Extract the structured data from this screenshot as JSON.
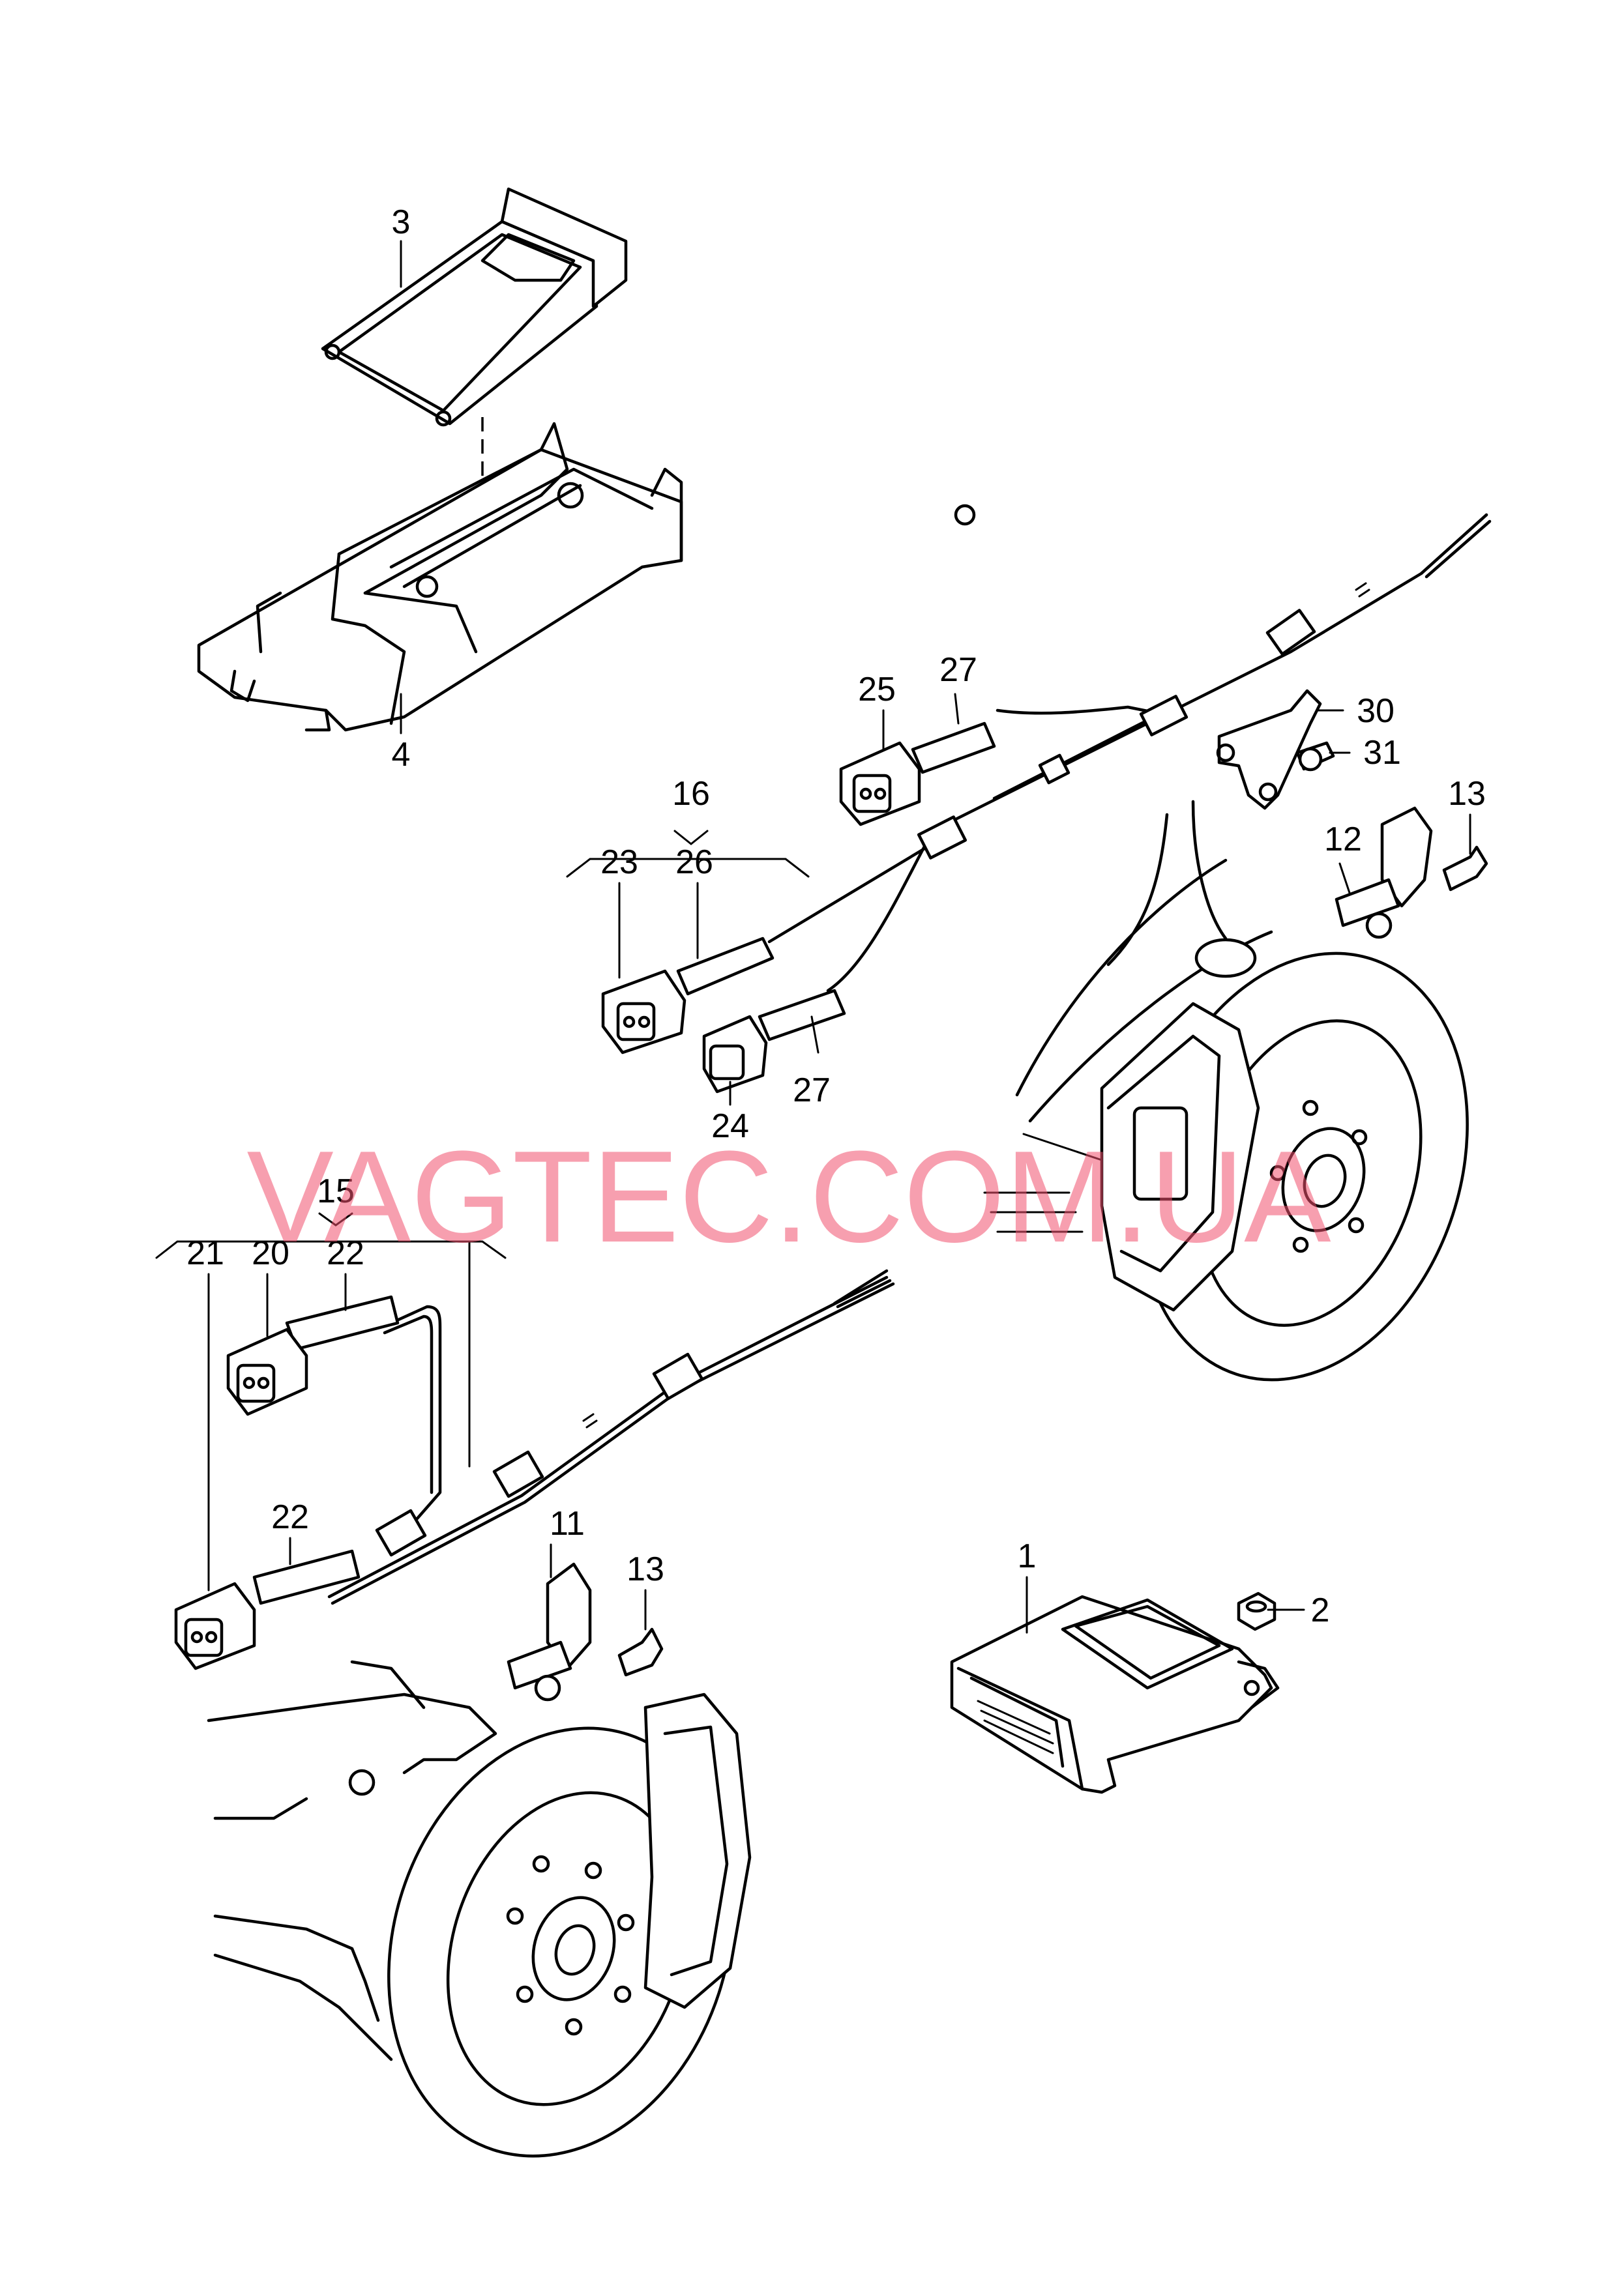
{
  "watermark": "VAGTEC.COM.UA",
  "callouts": {
    "c1": "1",
    "c2": "2",
    "c3": "3",
    "c4": "4",
    "c11": "11",
    "c12": "12",
    "c13a": "13",
    "c13b": "13",
    "c15": "15",
    "c16": "16",
    "c20": "20",
    "c21": "21",
    "c22a": "22",
    "c22b": "22",
    "c23": "23",
    "c24": "24",
    "c25": "25",
    "c26": "26",
    "c27a": "27",
    "c27b": "27",
    "c30": "30",
    "c31": "31"
  }
}
